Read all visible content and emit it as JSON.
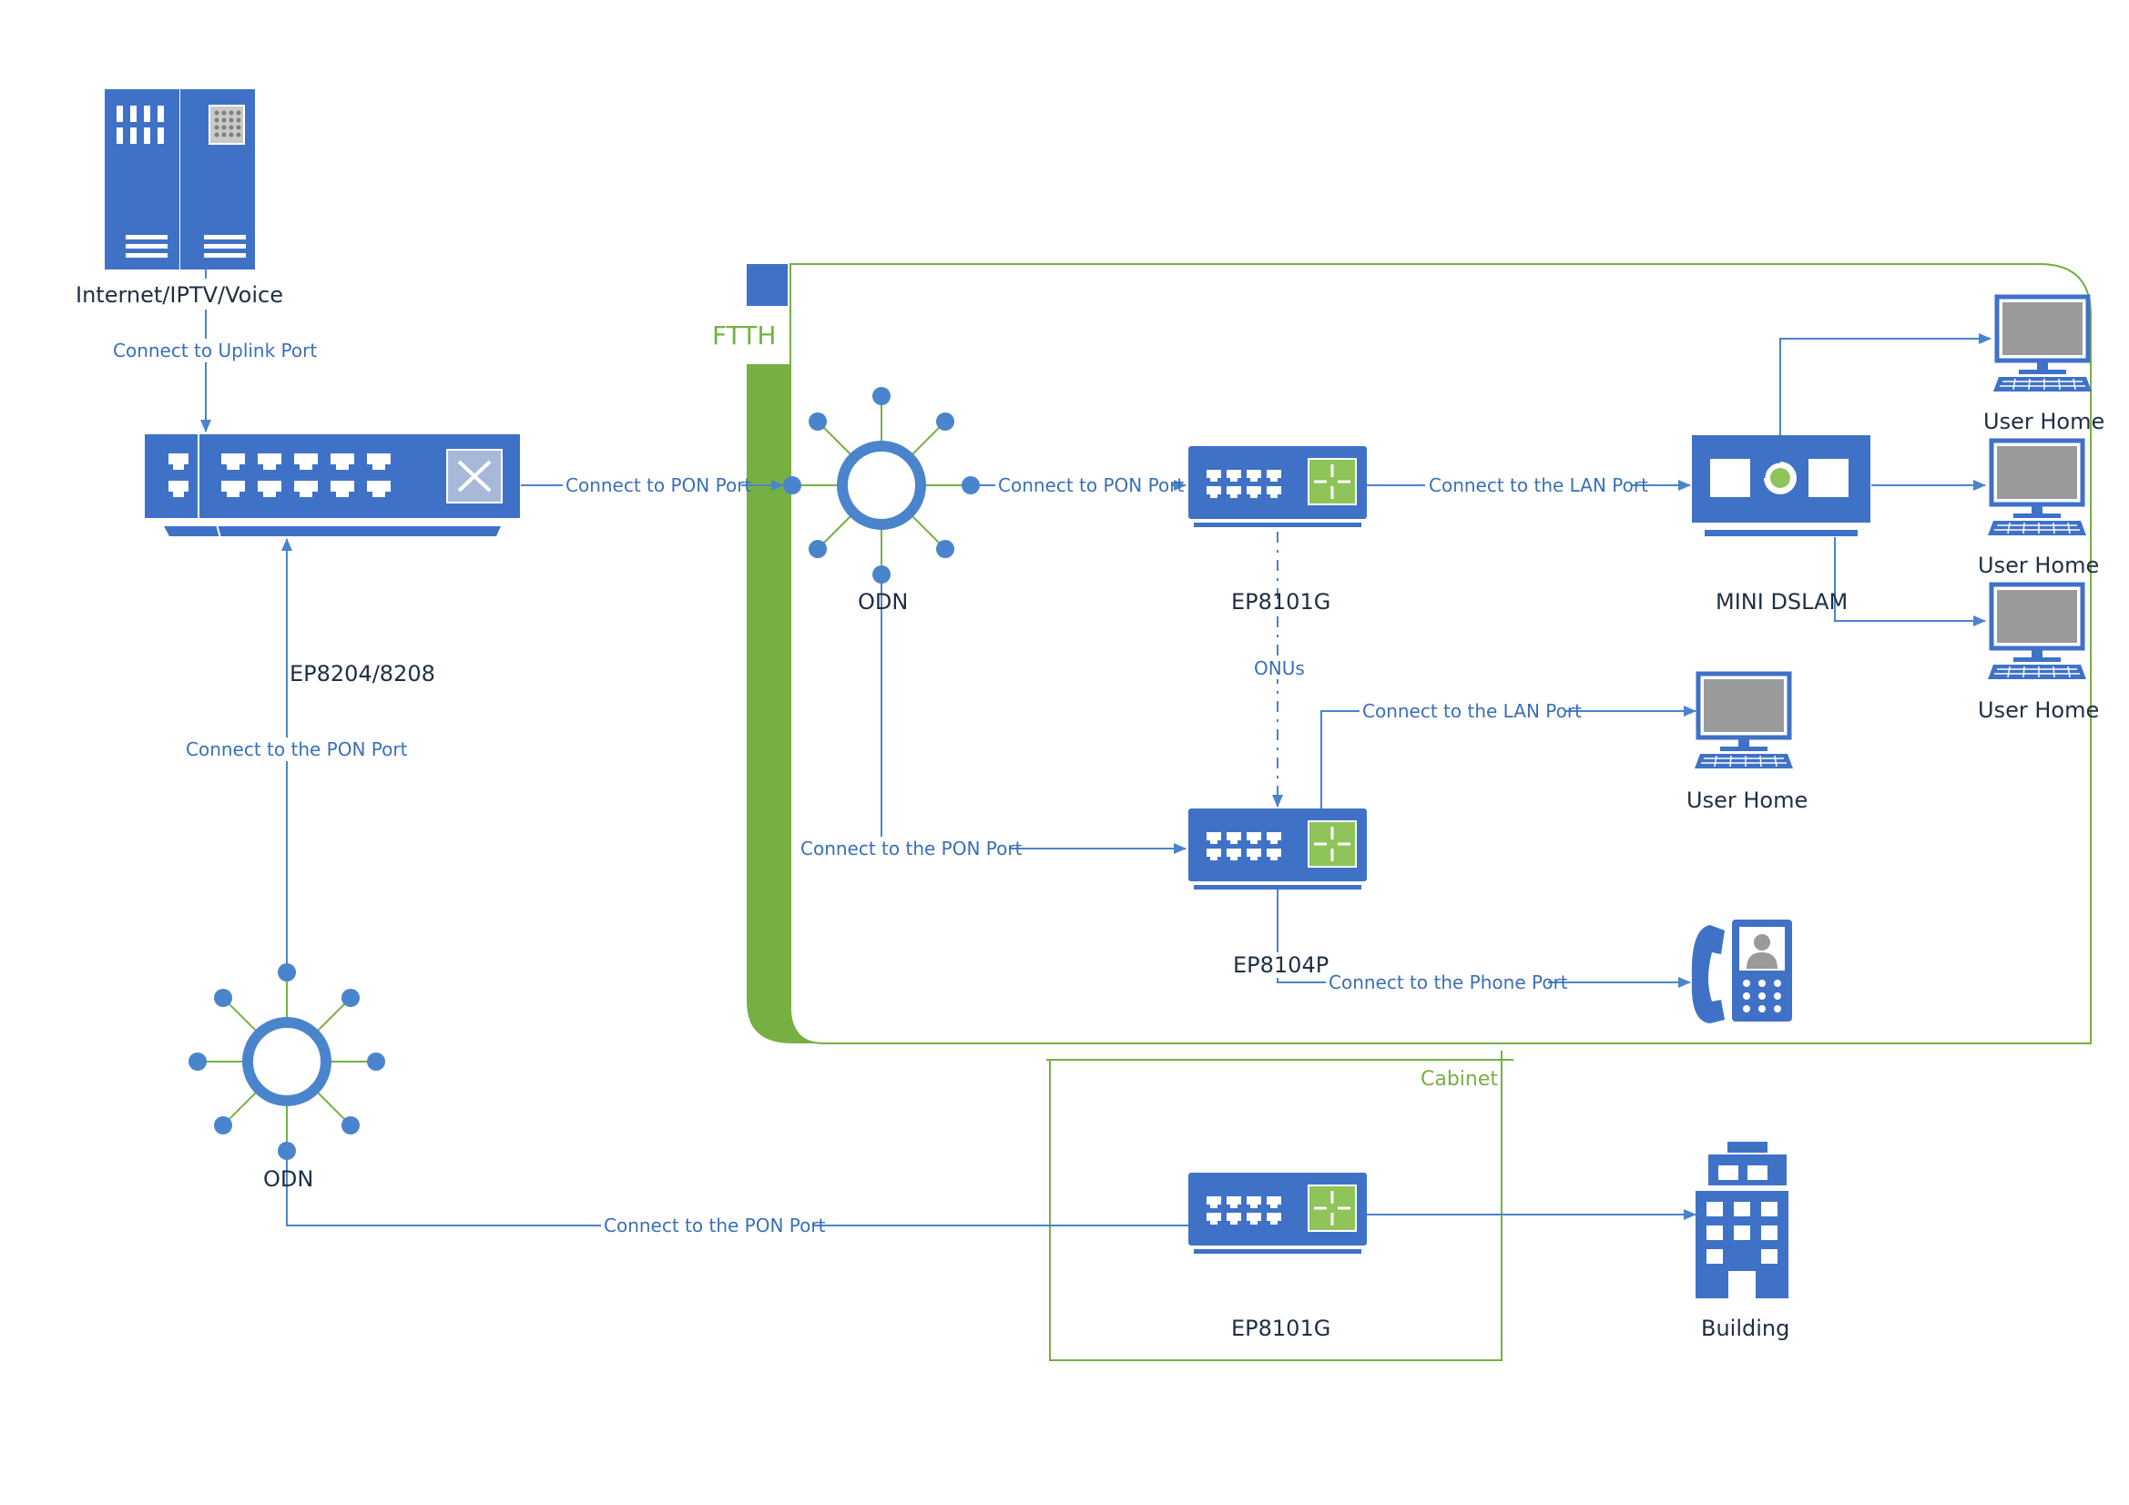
{
  "colors": {
    "device_blue": "#3f72c7",
    "line_blue": "#4a84cc",
    "ftth_green": "#76b043",
    "screen_grey": "#9a9a9a",
    "label_text": "#3a6fb8"
  },
  "nodes": {
    "server": {
      "label": "Internet/IPTV/Voice",
      "icon": "server-rack-icon"
    },
    "olt": {
      "label": "EP8204/8208",
      "icon": "switch-icon"
    },
    "odn_top": {
      "label": "ODN",
      "icon": "odn-splitter-icon"
    },
    "odn_bottom": {
      "label": "ODN",
      "icon": "odn-splitter-icon"
    },
    "onu_ep8101g_top": {
      "label": "EP8101G",
      "icon": "onu-icon"
    },
    "onu_ep8104p": {
      "label": "EP8104P",
      "icon": "onu-icon"
    },
    "onu_ep8101g_cabinet": {
      "label": "EP8101G",
      "icon": "onu-icon"
    },
    "mini_dslam": {
      "label": "MINI DSLAM",
      "icon": "dslam-icon"
    },
    "user_home_1": {
      "label": "User Home",
      "icon": "computer-icon"
    },
    "user_home_2": {
      "label": "User Home",
      "icon": "computer-icon"
    },
    "user_home_3": {
      "label": "User Home",
      "icon": "computer-icon"
    },
    "user_home_4": {
      "label": "User Home",
      "icon": "computer-icon"
    },
    "phone": {
      "icon": "phone-icon"
    },
    "building": {
      "label": "Building",
      "icon": "building-icon"
    }
  },
  "groups": {
    "ftth": {
      "label": "FTTH"
    },
    "cabinet": {
      "label": "Cabinet"
    },
    "onus": {
      "label": "ONUs"
    }
  },
  "edges": {
    "uplink": {
      "label": "Connect to Uplink Port"
    },
    "olt_to_odn": {
      "label": "Connect to PON Port"
    },
    "odn_to_ep8101g": {
      "label": "Connect to PON Port"
    },
    "ep8101g_to_dslam": {
      "label": "Connect to the LAN Port"
    },
    "olt_to_odn_bottom": {
      "label": "Connect to the PON Port"
    },
    "odn_to_ep8104p": {
      "label": "Connect to the PON Port"
    },
    "ep8104p_to_user": {
      "label": "Connect to the LAN Port"
    },
    "ep8104p_to_phone": {
      "label": "Connect to the Phone Port"
    },
    "odn_bottom_to_cabinet": {
      "label": "Connect to the PON Port"
    }
  }
}
